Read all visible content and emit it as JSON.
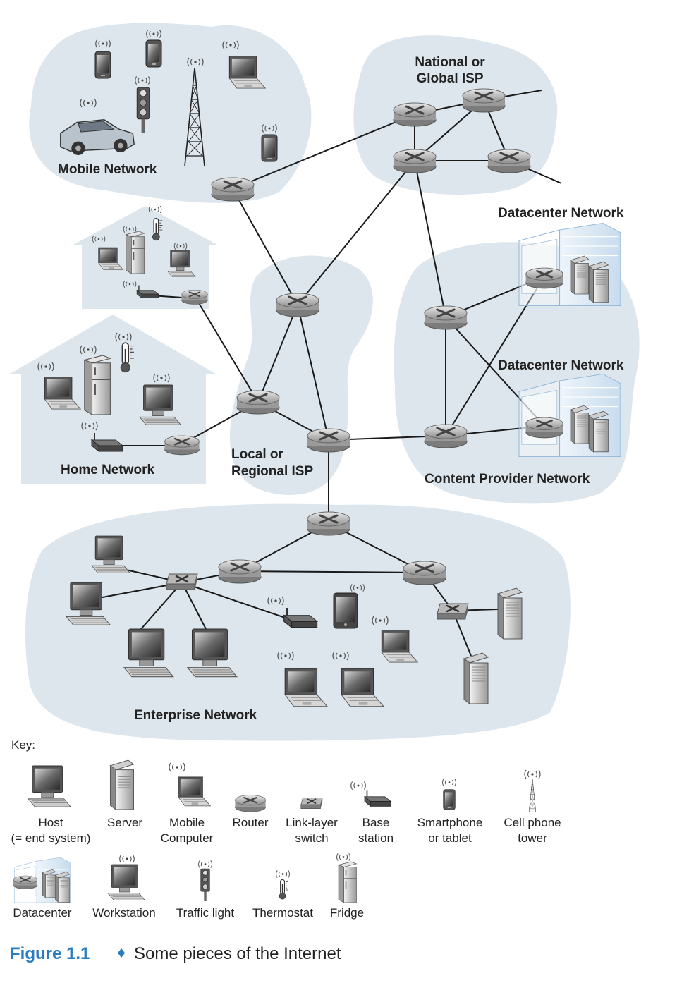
{
  "regions": {
    "mobile": "Mobile Network",
    "national_isp_line1": "National or",
    "national_isp_line2": "Global ISP",
    "datacenter1": "Datacenter Network",
    "datacenter2": "Datacenter Network",
    "home": "Home Network",
    "local_isp_line1": "Local or",
    "local_isp_line2": "Regional ISP",
    "content_provider": "Content Provider Network",
    "enterprise": "Enterprise Network"
  },
  "key": {
    "title": "Key:",
    "items_row1": [
      {
        "icon": "host-icon",
        "line1": "Host",
        "line2": "(= end system)"
      },
      {
        "icon": "server-icon",
        "line1": "Server",
        "line2": ""
      },
      {
        "icon": "mobile-computer-icon",
        "line1": "Mobile",
        "line2": "Computer"
      },
      {
        "icon": "router-icon",
        "line1": "Router",
        "line2": ""
      },
      {
        "icon": "link-layer-switch-icon",
        "line1": "Link-layer",
        "line2": "switch"
      },
      {
        "icon": "base-station-icon",
        "line1": "Base",
        "line2": "station"
      },
      {
        "icon": "smartphone-icon",
        "line1": "Smartphone",
        "line2": "or tablet"
      },
      {
        "icon": "cell-tower-icon",
        "line1": "Cell phone",
        "line2": "tower"
      }
    ],
    "items_row2": [
      {
        "icon": "datacenter-icon",
        "label": "Datacenter"
      },
      {
        "icon": "workstation-icon",
        "label": "Workstation"
      },
      {
        "icon": "traffic-light-icon",
        "label": "Traffic light"
      },
      {
        "icon": "thermostat-icon",
        "label": "Thermostat"
      },
      {
        "icon": "fridge-icon",
        "label": "Fridge"
      }
    ]
  },
  "caption": {
    "figure": "Figure 1.1",
    "diamond": "♦",
    "text": "Some pieces of the Internet"
  },
  "colors": {
    "cloud": "#dde6ec",
    "caption_accent": "#2a7bbf",
    "link": "#1a1a1a"
  }
}
